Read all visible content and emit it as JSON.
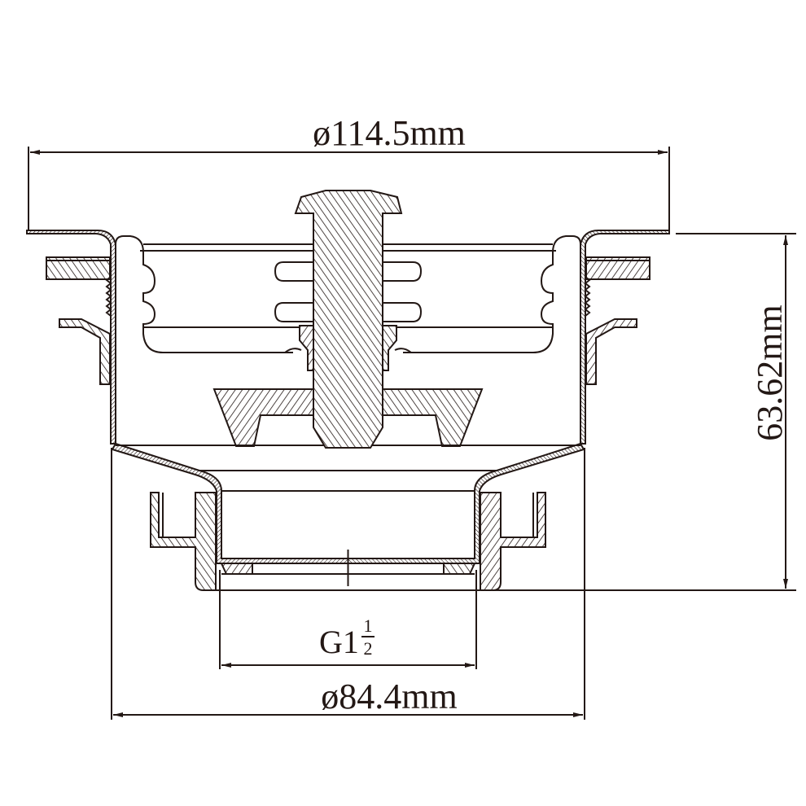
{
  "drawing": {
    "title": "Sink basket strainer cross-section",
    "dimensions": {
      "top_diameter": "ø114.5mm",
      "height": "63.62mm",
      "thread_prefix": "G1",
      "thread_fraction_num": "1",
      "thread_fraction_den": "2",
      "body_diameter": "ø84.4mm"
    },
    "colors": {
      "line": "#231815",
      "background": "#ffffff"
    }
  }
}
